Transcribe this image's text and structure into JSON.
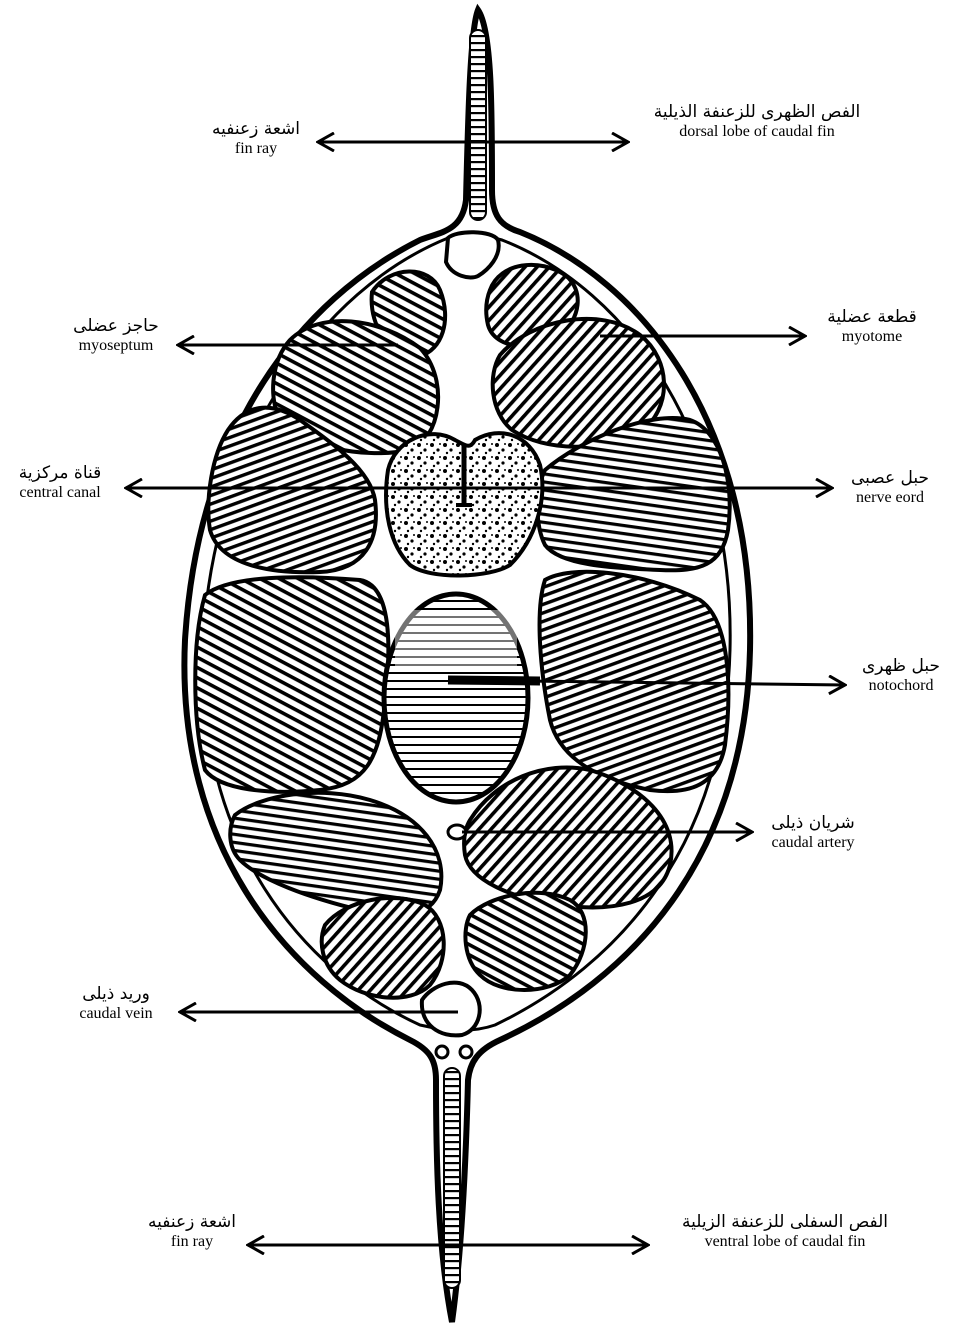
{
  "labels": {
    "fin_ray_top": {
      "ar": "اشعة زعنفيه",
      "en": "fin ray"
    },
    "dorsal_lobe": {
      "ar": "الفص الظهرى للزعنفة الذيلية",
      "en": "dorsal lobe of caudal fin"
    },
    "myoseptum": {
      "ar": "حاجز عضلى",
      "en": "myoseptum"
    },
    "myotome": {
      "ar": "قطعة عضلية",
      "en": "myotome"
    },
    "central_canal": {
      "ar": "قناة مركزية",
      "en": "central canal"
    },
    "nerve_cord": {
      "ar": "حبل عصبى",
      "en": "nerve eord"
    },
    "notochord": {
      "ar": "حبل ظهرى",
      "en": "notochord"
    },
    "caudal_artery": {
      "ar": "شريان ذيلى",
      "en": "caudal artery"
    },
    "caudal_vein": {
      "ar": "وريد ذيلى",
      "en": "caudal  vein"
    },
    "fin_ray_bottom": {
      "ar": "اشعة زعنفيه",
      "en": "fin ray"
    },
    "ventral_lobe": {
      "ar": "الفص السفلى للزعنفة الزيلية",
      "en": "ventral lobe of caudal fin"
    }
  },
  "colors": {
    "ink": "#000000",
    "paper": "#ffffff"
  }
}
